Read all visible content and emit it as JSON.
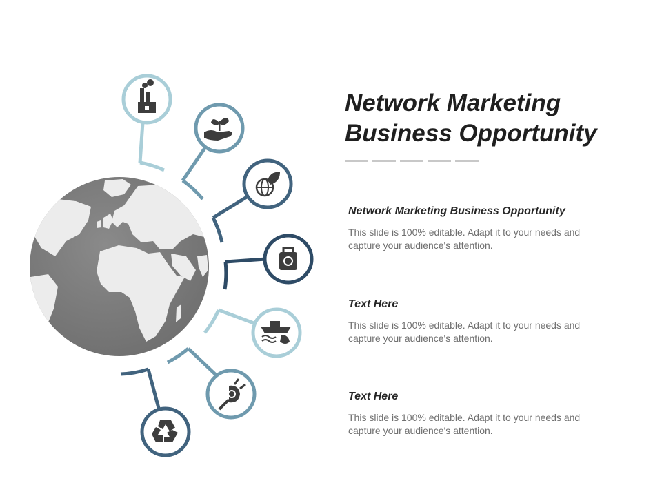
{
  "title": {
    "line1": "Network Marketing",
    "line2": "Business Opportunity"
  },
  "sections": [
    {
      "heading": "Network Marketing Business Opportunity",
      "body": "This slide is 100% editable. Adapt it to your needs and capture your audience's attention."
    },
    {
      "heading": "Text Here",
      "body": "This slide is 100% editable. Adapt it to your needs and capture your audience's attention."
    },
    {
      "heading": "Text Here",
      "body": "This slide is 100% editable. Adapt it to your needs and capture your audience's attention."
    }
  ],
  "diagram": {
    "nodes": [
      {
        "icon": "factory-icon",
        "color": "#a9ced8"
      },
      {
        "icon": "hand-plant-icon",
        "color": "#6f9aae"
      },
      {
        "icon": "globe-leaf-icon",
        "color": "#41637e"
      },
      {
        "icon": "recycle-bag-icon",
        "color": "#2e4b66"
      },
      {
        "icon": "oil-spill-ship-icon",
        "color": "#a9ced8"
      },
      {
        "icon": "eco-plug-icon",
        "color": "#6f9aae"
      },
      {
        "icon": "recycle-icon",
        "color": "#41637e"
      }
    ],
    "globe_colors": {
      "ocean": "#808080",
      "land": "#f0f0f0",
      "icon": "#3d3d3d"
    }
  }
}
